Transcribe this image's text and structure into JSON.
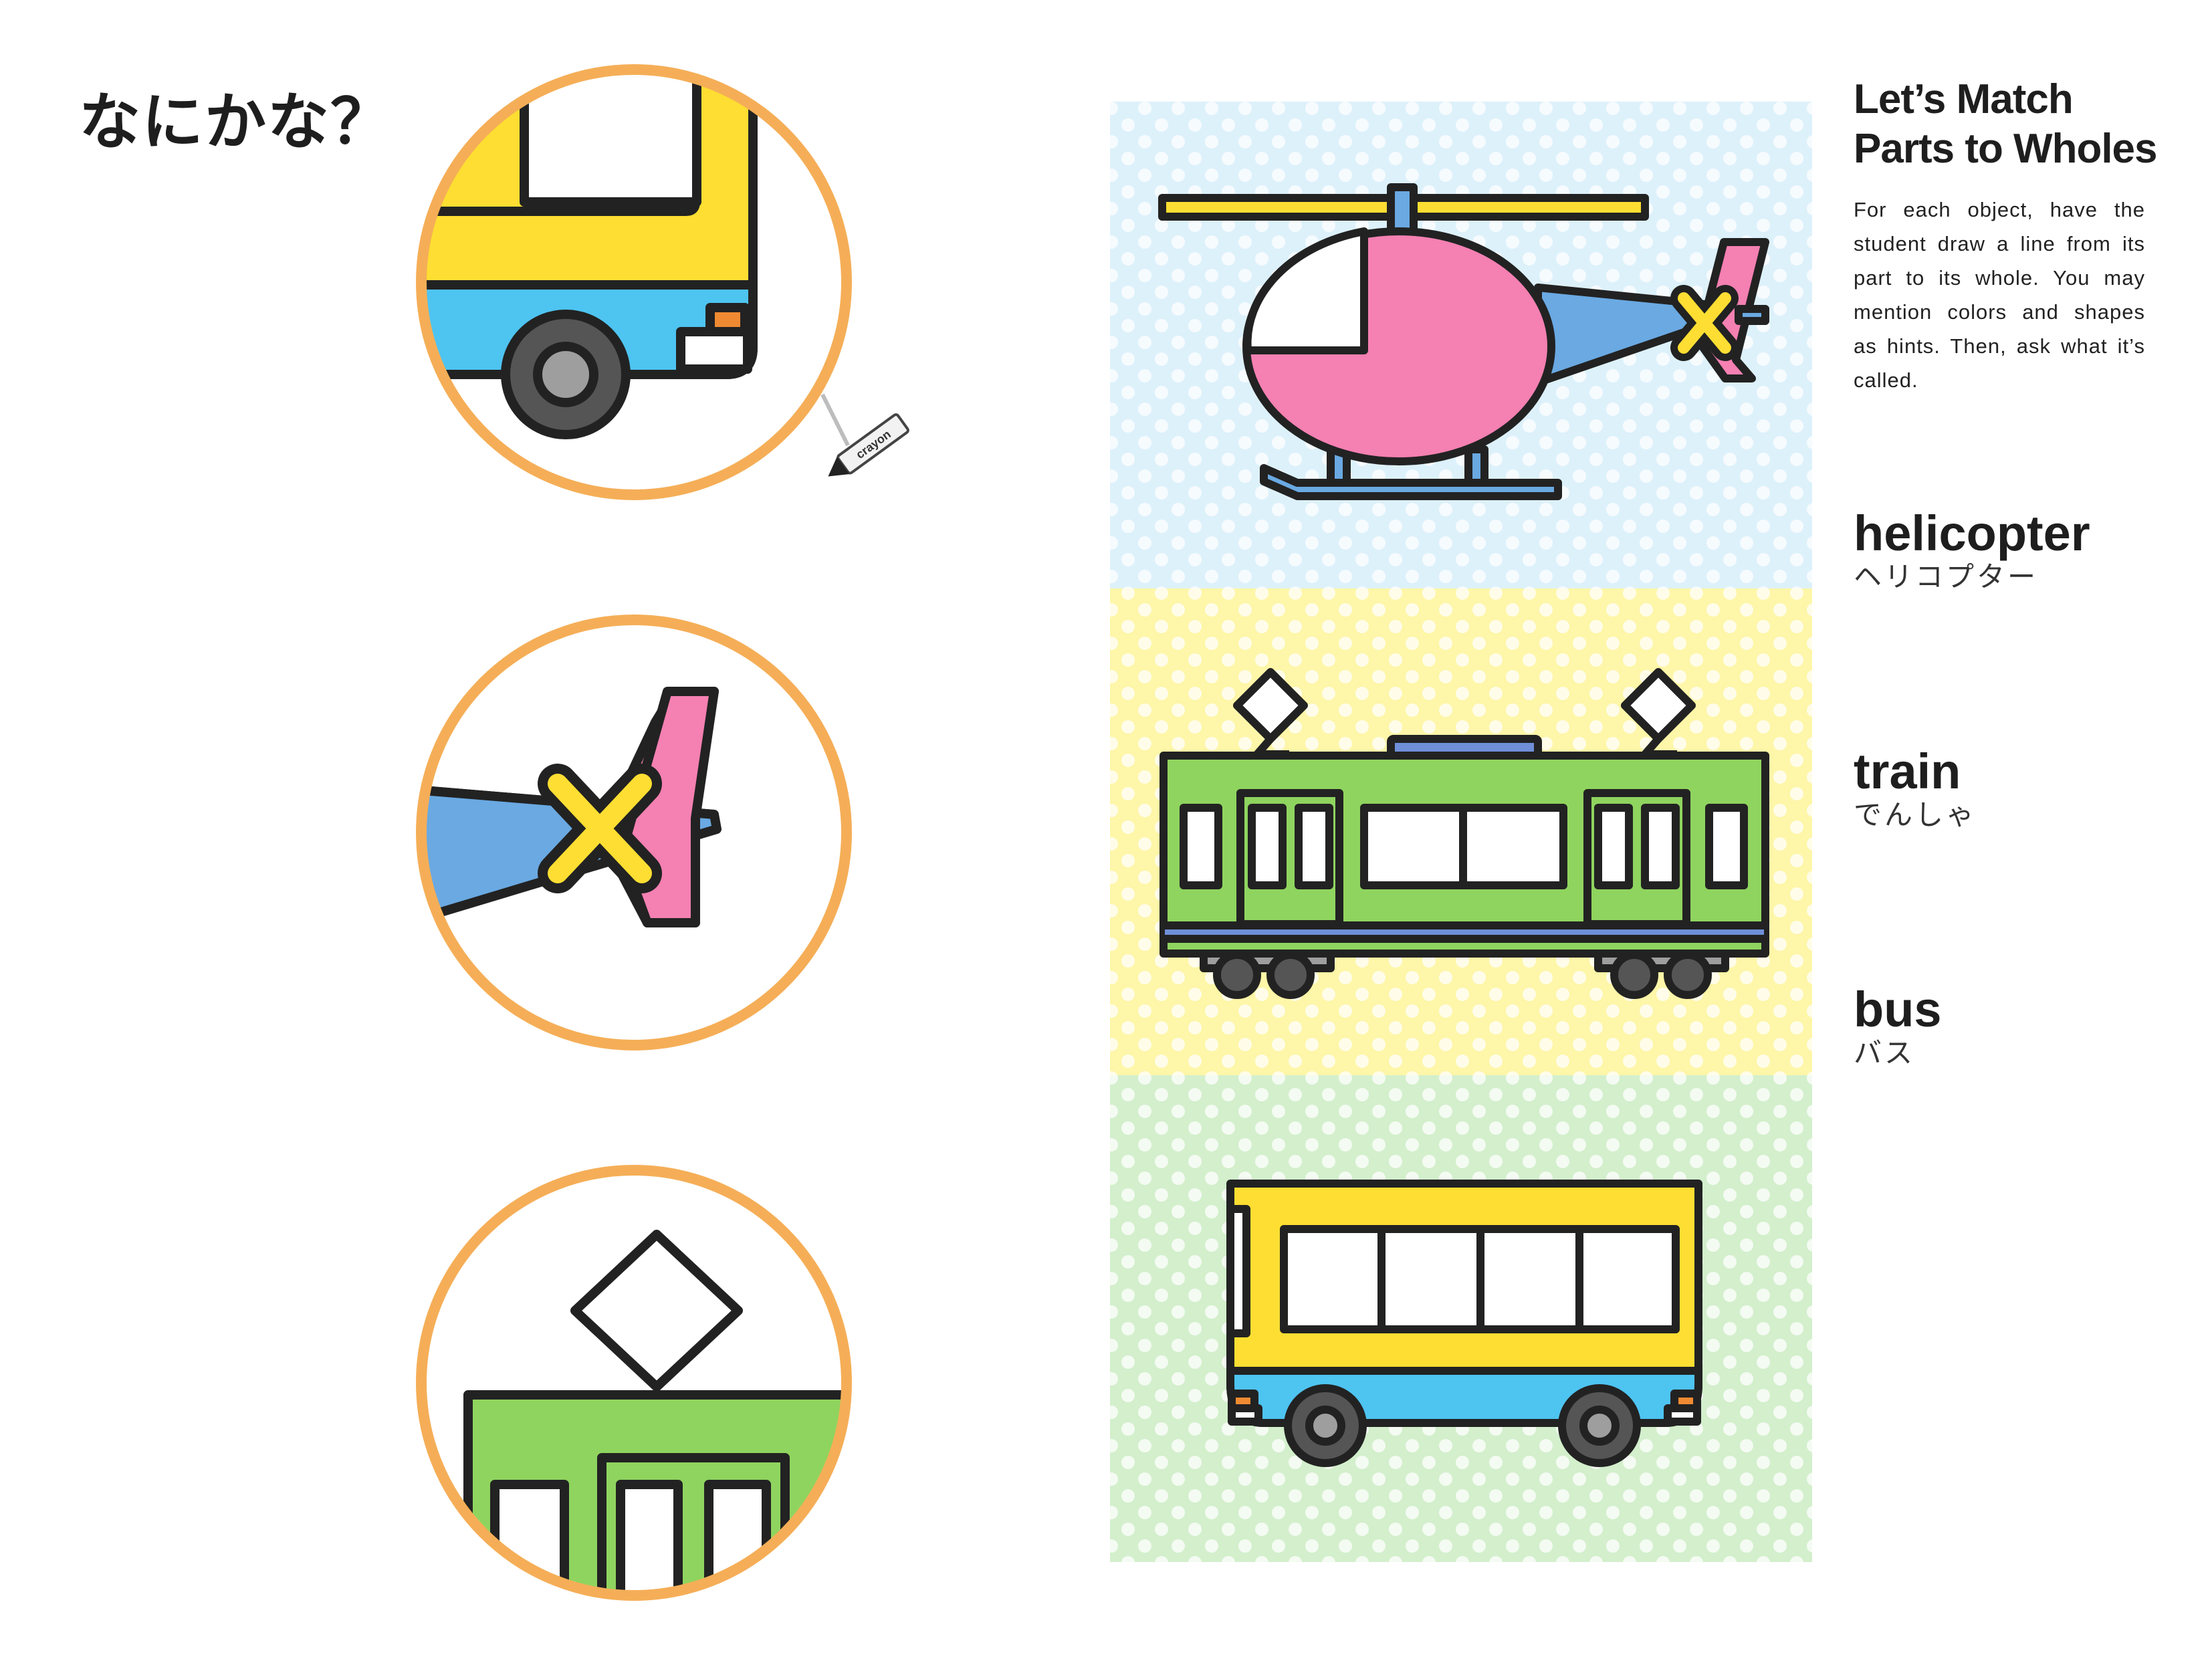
{
  "heading": "なにかな？",
  "title": {
    "line1": "Let’s Match",
    "line2": "Parts to Wholes"
  },
  "instructions": "For each object, have the student draw a line from its part to its whole. You may mention colors and shapes as hints. Then, ask what it’s called.",
  "words": [
    {
      "en": "helicopter",
      "jp": "ヘリコプター"
    },
    {
      "en": "train",
      "jp": "でんしゃ"
    },
    {
      "en": "bus",
      "jp": "バス"
    }
  ],
  "crayon_label": "crayon",
  "colors": {
    "circle_ring": "#F5AE57",
    "sky_panel": "#DDF1FB",
    "yellow_panel": "#FEF6A8",
    "green_panel": "#D3EFCC",
    "bus_yellow": "#FEDE32",
    "bus_blue": "#4EC4F1",
    "heli_pink": "#F580B2",
    "heli_blue": "#6AA9E2",
    "train_green": "#8FD45F",
    "train_stripe": "#6F8FD9",
    "outline": "#222222"
  }
}
